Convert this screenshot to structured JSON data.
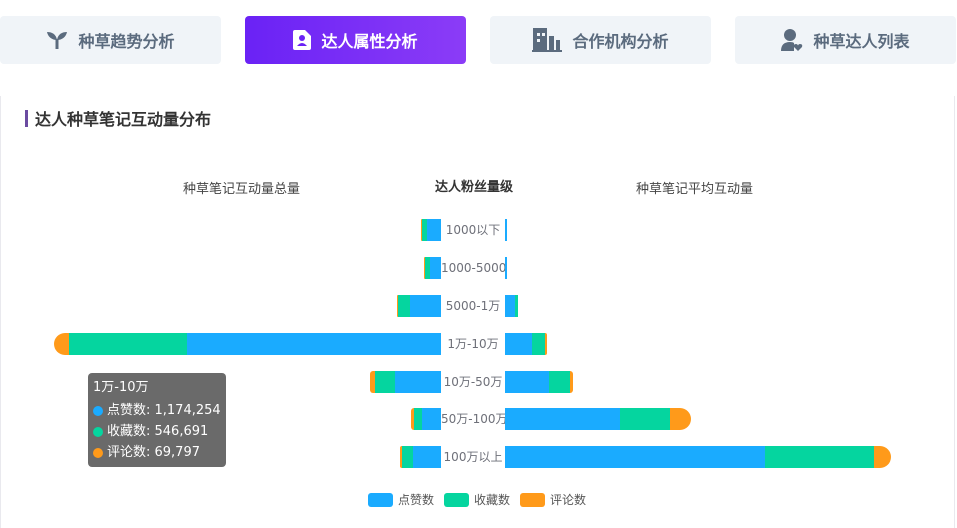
{
  "tabs": [
    {
      "label": "种草趋势分析",
      "icon": "sprout-icon",
      "active": false
    },
    {
      "label": "达人属性分析",
      "icon": "profile-card-icon",
      "active": true
    },
    {
      "label": "合作机构分析",
      "icon": "building-icon",
      "active": false
    },
    {
      "label": "种草达人列表",
      "icon": "user-heart-icon",
      "active": false
    }
  ],
  "section": {
    "title": "达人种草笔记互动量分布"
  },
  "chart_headers": {
    "left": "种草笔记互动量总量",
    "center": "达人粉丝量级",
    "right": "种草笔记平均互动量"
  },
  "colors": {
    "likes": "#1aabff",
    "favorites": "#05d59f",
    "comments": "#ff9a1a",
    "active_tab": "#6a22f5",
    "title_bar": "#6b4ba1"
  },
  "tooltip": {
    "title": "1万-10万",
    "rows": [
      {
        "label": "点赞数: 1,174,254",
        "color": "#1aabff"
      },
      {
        "label": "收藏数: 546,691",
        "color": "#05d59f"
      },
      {
        "label": "评论数: 69,797",
        "color": "#ff9a1a"
      }
    ]
  },
  "legend": [
    {
      "label": "点赞数",
      "color": "#1aabff"
    },
    {
      "label": "收藏数",
      "color": "#05d59f"
    },
    {
      "label": "评论数",
      "color": "#ff9a1a"
    }
  ],
  "chart_data": [
    {
      "type": "bar",
      "orientation": "horizontal",
      "stacked": true,
      "title": "种草笔记互动量总量",
      "direction": "right-to-left",
      "categories": [
        "1000以下",
        "1000-5000",
        "5000-1万",
        "1万-10万",
        "10万-50万",
        "50万-100万",
        "100万以上"
      ],
      "series": [
        {
          "name": "点赞数",
          "values": [
            65000,
            50000,
            143000,
            1174254,
            212000,
            88000,
            129000
          ]
        },
        {
          "name": "收藏数",
          "values": [
            23000,
            23000,
            55000,
            546691,
            92000,
            37000,
            51000
          ]
        },
        {
          "name": "评论数",
          "values": [
            4600,
            4600,
            4600,
            69797,
            23000,
            14000,
            9000
          ]
        }
      ],
      "grid": false
    },
    {
      "type": "bar",
      "orientation": "horizontal",
      "stacked": true,
      "title": "种草笔记平均互动量",
      "direction": "left-to-right",
      "categories": [
        "1000以下",
        "1000-5000",
        "5000-1万",
        "1万-10万",
        "10万-50万",
        "50万-100万",
        "100万以上"
      ],
      "series": [
        {
          "name": "点赞数",
          "values": [
            2,
            2,
            10,
            27,
            44,
            115,
            260
          ]
        },
        {
          "name": "收藏数",
          "values": [
            0,
            0,
            3,
            13,
            21,
            50,
            109
          ]
        },
        {
          "name": "评论数",
          "values": [
            0,
            0,
            0,
            1,
            3,
            21,
            17
          ]
        }
      ],
      "grid": false
    }
  ],
  "legend_position": "bottom",
  "y_axis_label": "达人粉丝量级"
}
